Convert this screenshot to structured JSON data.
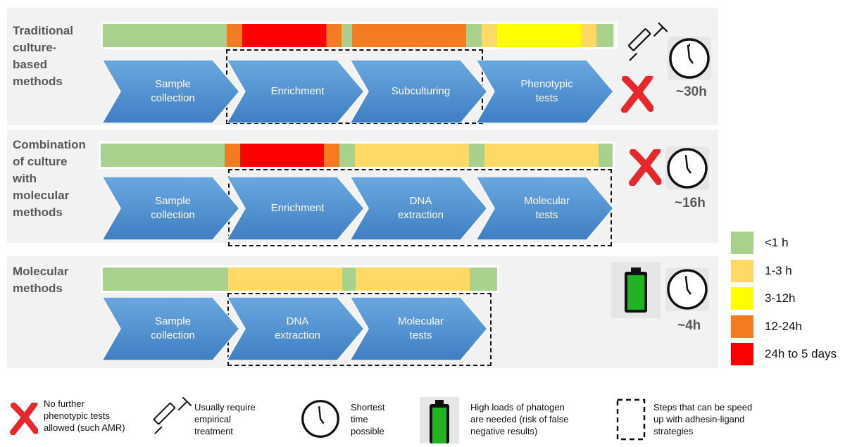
{
  "colors": {
    "lt1": "#a9d18e",
    "h1_3": "#ffd966",
    "h3_12": "#ffff00",
    "h12_24": "#f47b20",
    "h24_5d": "#ff0000",
    "arrow": "#5b9bd5",
    "cross": "#e8262b"
  },
  "rows": [
    {
      "label": "Traditional\nculture-\nbased\nmethods",
      "time": "~30h",
      "indicator": "cross",
      "has_syringe": true,
      "timeline": [
        "lt1",
        "h12_24",
        "h24_5d",
        "h12_24",
        "lt1",
        "h12_24",
        "lt1",
        "h1_3",
        "h3_12",
        "h1_3",
        "lt1"
      ],
      "steps": [
        "Sample\ncollection",
        "Enrichment",
        "Subculturing",
        "Phenotypic\ntests"
      ]
    },
    {
      "label": "Combination\nof culture\nwith\nmolecular\nmethods",
      "time": "~16h",
      "indicator": "cross",
      "has_syringe": false,
      "timeline": [
        "lt1",
        "h12_24",
        "h24_5d",
        "h12_24",
        "lt1",
        "h1_3",
        "lt1",
        "h1_3",
        "lt1"
      ],
      "steps": [
        "Sample\ncollection",
        "Enrichment",
        "DNA\nextraction",
        "Molecular\ntests"
      ]
    },
    {
      "label": "Molecular\nmethods",
      "time": "~4h",
      "indicator": "battery",
      "has_syringe": false,
      "timeline": [
        "lt1",
        "h1_3",
        "lt1",
        "h1_3",
        "lt1"
      ],
      "steps": [
        "Sample\ncollection",
        "DNA\nextraction",
        "Molecular\ntests"
      ]
    }
  ],
  "legend": [
    {
      "key": "lt1",
      "label": "<1 h"
    },
    {
      "key": "h1_3",
      "label": "1-3 h"
    },
    {
      "key": "h3_12",
      "label": "3-12h"
    },
    {
      "key": "h12_24",
      "label": "12-24h"
    },
    {
      "key": "h24_5d",
      "label": "24h to 5 days"
    }
  ],
  "key": {
    "cross": "No further\nphenotypic tests\nallowed (such AMR)",
    "syringe": "Usually require\nempirical\ntreatment",
    "clock": "Shortest\ntime\npossible",
    "battery": "High loads of phatogen\nare needed (risk of false\nnegative results)",
    "dashed": "Steps that can be speed\nup with adhesin-ligand\nstrategies"
  }
}
